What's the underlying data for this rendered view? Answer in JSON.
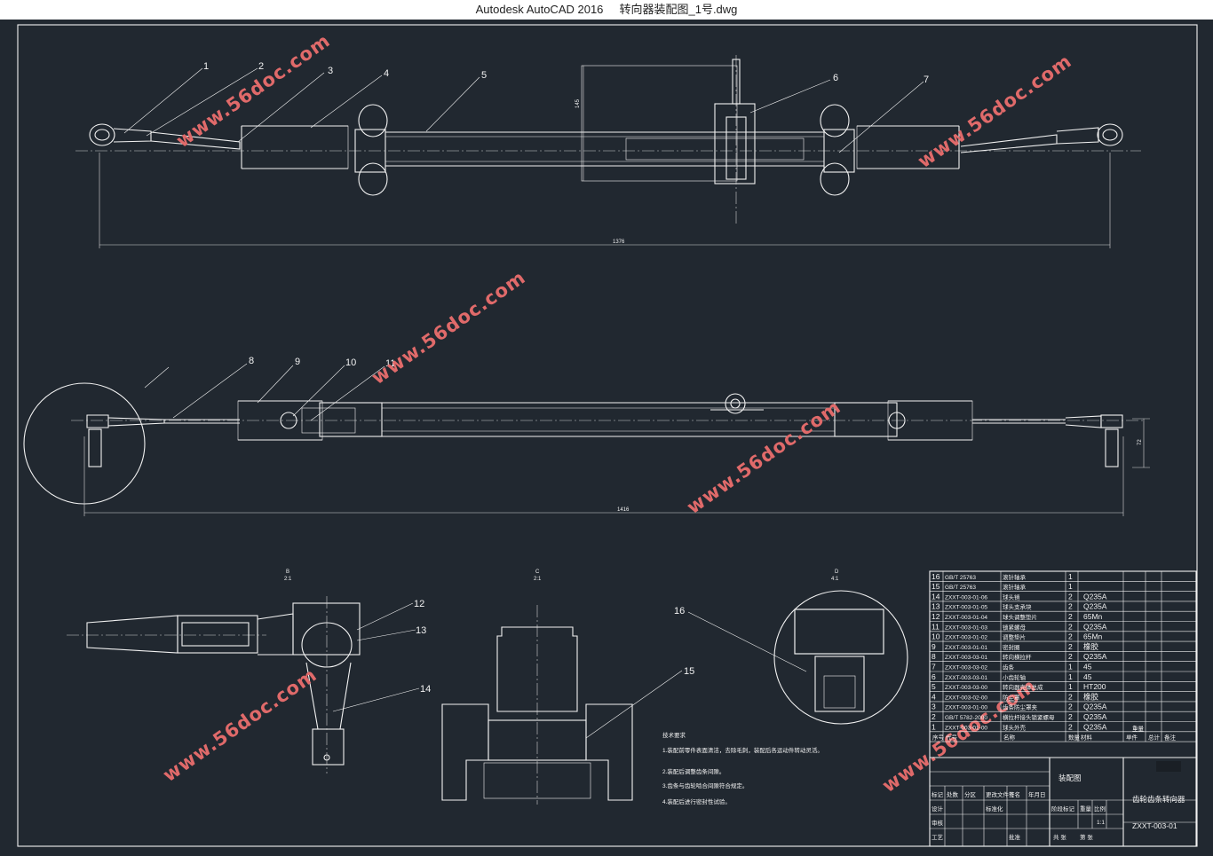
{
  "window": {
    "app_name": "Autodesk AutoCAD 2016",
    "file_name": "转向器装配图_1号.dwg"
  },
  "drawing": {
    "balloons_top": [
      "1",
      "2",
      "3",
      "4",
      "5",
      "6",
      "7"
    ],
    "balloons_mid": [
      "8",
      "9",
      "10",
      "11"
    ],
    "balloons_bottom": [
      "12",
      "13",
      "14",
      "15",
      "16"
    ],
    "dim_top_length": "1376",
    "dim_mid_length": "1416",
    "dim_vertical_top": "145",
    "dim_vertical_right": "72",
    "section_b": "B",
    "section_b_scale": "2:1",
    "section_c": "C",
    "section_c_scale": "2:1",
    "section_d": "D",
    "section_d_scale": "4:1",
    "watermark": "www.56doc.com",
    "tech_requirements": {
      "heading": "技术要求",
      "lines": [
        "1.装配前零件表面清洁，去除毛刺，装配后各运动件转动灵活。",
        "2.装配后调整齿条间隙。",
        "3.齿条与齿轮啮合间隙符合规定。",
        "4.装配后进行密封性试验。"
      ]
    }
  },
  "parts_list": {
    "rows": [
      {
        "no": "16",
        "code": "GB/T 25763",
        "name": "滚针轴承",
        "qty": "1",
        "material": ""
      },
      {
        "no": "15",
        "code": "GB/T 25763",
        "name": "滚针轴承",
        "qty": "1",
        "material": ""
      },
      {
        "no": "14",
        "code": "ZXXT-003-01-06",
        "name": "球头销",
        "qty": "2",
        "material": "Q235A"
      },
      {
        "no": "13",
        "code": "ZXXT-003-01-05",
        "name": "球头支承块",
        "qty": "2",
        "material": "Q235A"
      },
      {
        "no": "12",
        "code": "ZXXT-003-01-04",
        "name": "球头调整垫片",
        "qty": "2",
        "material": "65Mn"
      },
      {
        "no": "11",
        "code": "ZXXT-003-01-03",
        "name": "锁紧螺母",
        "qty": "2",
        "material": "Q235A"
      },
      {
        "no": "10",
        "code": "ZXXT-003-01-02",
        "name": "调整垫片",
        "qty": "2",
        "material": "65Mn"
      },
      {
        "no": "9",
        "code": "ZXXT-003-01-01",
        "name": "密封圈",
        "qty": "2",
        "material": "橡胶"
      },
      {
        "no": "8",
        "code": "ZXXT-003-03-01",
        "name": "转向横拉杆",
        "qty": "2",
        "material": "Q235A"
      },
      {
        "no": "7",
        "code": "ZXXT-003-03-02",
        "name": "齿条",
        "qty": "1",
        "material": "45"
      },
      {
        "no": "6",
        "code": "ZXXT-003-03-01",
        "name": "小齿轮轴",
        "qty": "1",
        "material": "45"
      },
      {
        "no": "5",
        "code": "ZXXT-003-03-00",
        "name": "转向器壳体总成",
        "qty": "1",
        "material": "HT200"
      },
      {
        "no": "4",
        "code": "ZXXT-003-02-00",
        "name": "防尘罩",
        "qty": "2",
        "material": "橡胶"
      },
      {
        "no": "3",
        "code": "ZXXT-003-01-00",
        "name": "齿条防尘罩夹",
        "qty": "2",
        "material": "Q235A"
      },
      {
        "no": "2",
        "code": "GB/T 5782-2000",
        "name": "横拉杆接头锁紧螺母",
        "qty": "2",
        "material": "Q235A"
      },
      {
        "no": "1",
        "code": "ZXXT-003-01-00",
        "name": "球头外壳",
        "qty": "2",
        "material": "Q235A"
      }
    ],
    "header": {
      "no": "序号",
      "code": "代号",
      "name": "名称",
      "qty": "数量",
      "material": "材料",
      "unit_weight": "单件",
      "total_weight": "总计",
      "weight": "重量",
      "note": "备注"
    }
  },
  "title_block": {
    "drawing_type": "装配图",
    "drawing_title": "齿轮齿条转向器",
    "drawing_number": "ZXXT-003-01",
    "scale": "1:1",
    "labels": [
      "标记",
      "处数",
      "分区",
      "更改文件号",
      "签名",
      "年月日",
      "设计",
      "审核",
      "工艺",
      "批准",
      "标准化",
      "阶段标记",
      "重量",
      "比例",
      "共 张",
      "第 张"
    ]
  },
  "colors": {
    "background": "#212830",
    "lines": "#f2f2f2",
    "watermark": "#e06a6a"
  }
}
